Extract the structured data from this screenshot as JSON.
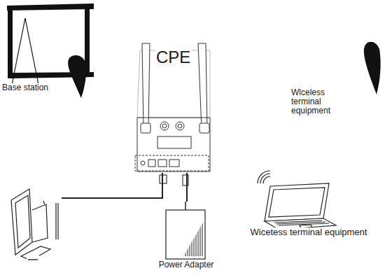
{
  "diagram": {
    "nodes": [
      {
        "text": [
          "Base station"
        ]
      },
      {
        "text": [
          "CPE"
        ]
      },
      {
        "text": [
          "Wlceless terminal equipment"
        ]
      },
      {
        "text": [
          "Wicetess terminal equipment"
        ]
      },
      {
        "text": [
          "一"
        ]
      },
      {
        "text": [
          "Power Adapter"
        ]
      }
    ],
    "edges": [
      {
        "from": 1,
        "to": 4,
        "arrow": "none"
      },
      {
        "from": 1,
        "to": 5,
        "arrow": "none"
      }
    ]
  }
}
